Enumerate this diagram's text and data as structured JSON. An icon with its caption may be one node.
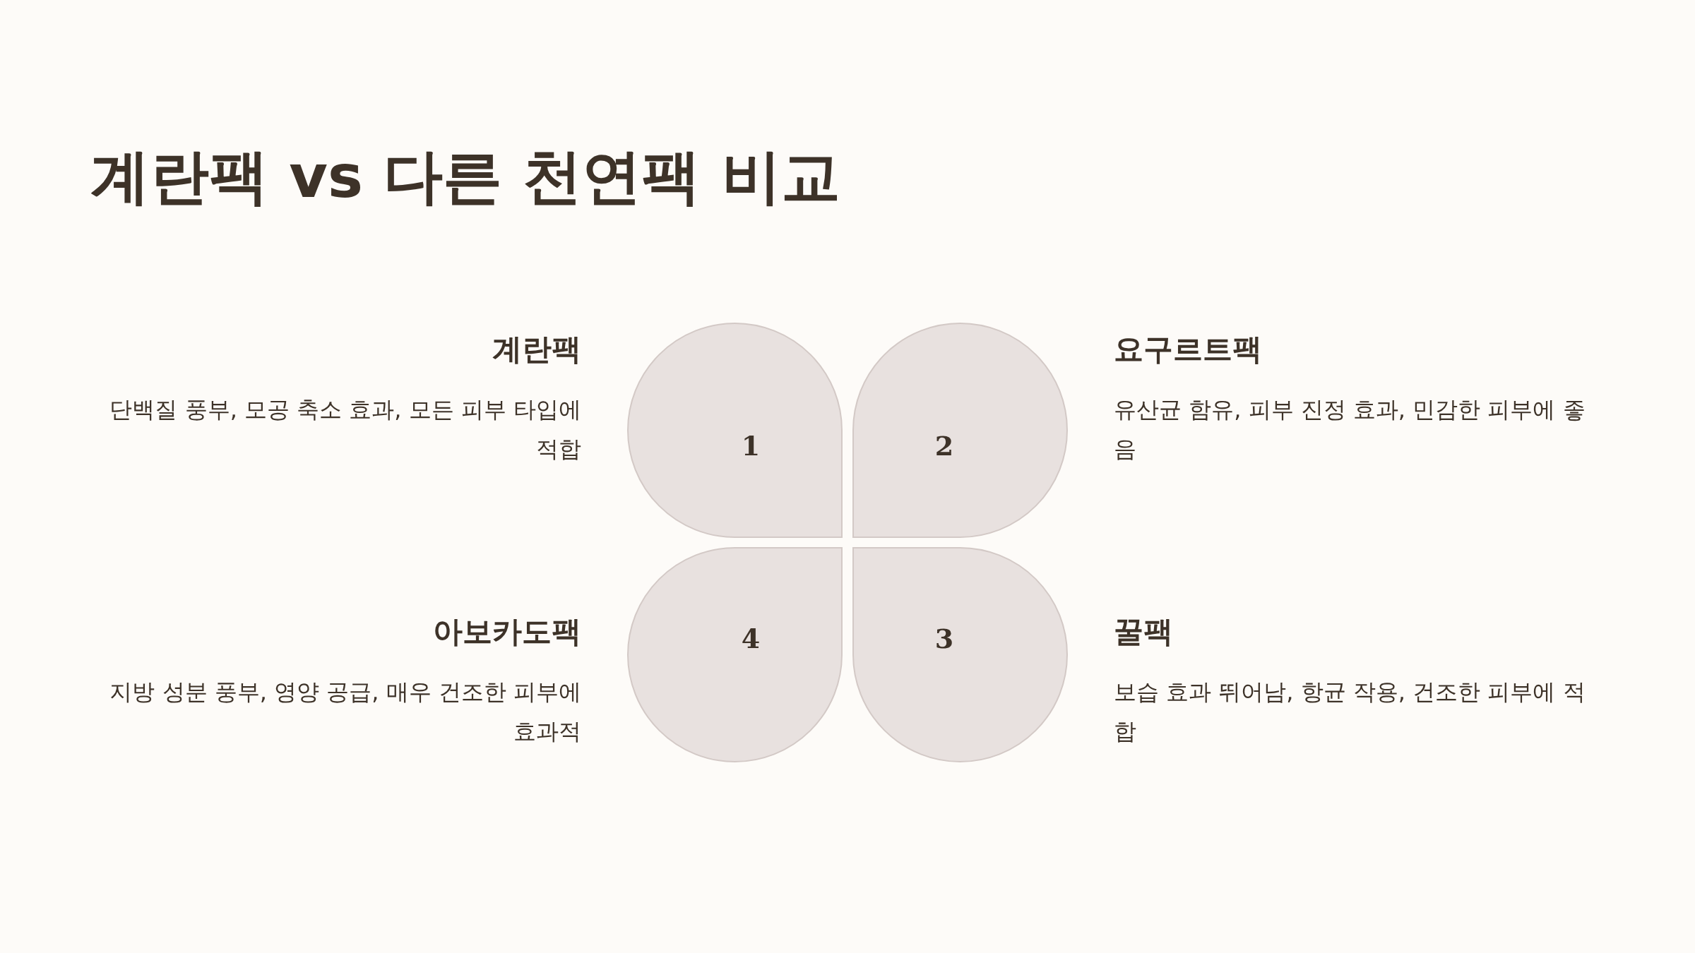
{
  "diagram": {
    "title": "계란팩 vs 다른 천연팩 비교",
    "nodes": [
      {
        "text": [
          "1"
        ],
        "beside": [
          "계란팩",
          "단백질 풍부, 모공 축소 효과, 모든 피부 타입에 적합"
        ]
      },
      {
        "text": [
          "2"
        ],
        "beside": [
          "요구르트팩",
          "유산균 함유, 피부 진정 효과, 민감한 피부에 좋음"
        ]
      },
      {
        "text": [
          "4"
        ],
        "beside": [
          "아보카도팩",
          "지방 성분 풍부, 영양 공급, 매우 건조한 피부에 효과적"
        ]
      },
      {
        "text": [
          "3"
        ],
        "beside": [
          "꿀팩",
          "보습 효과 뛰어남, 항균 작용, 건조한 피부에 적합"
        ]
      }
    ]
  }
}
